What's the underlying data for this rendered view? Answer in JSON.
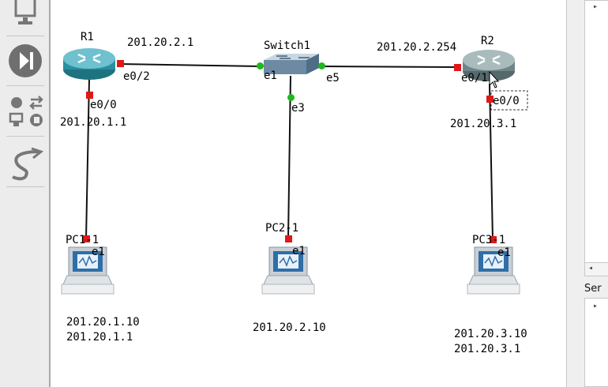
{
  "toolbar": {
    "tools": [
      {
        "name": "end-devices-icon"
      },
      {
        "name": "play-icon"
      },
      {
        "name": "all-devices-icon"
      },
      {
        "name": "add-link-icon"
      }
    ]
  },
  "topology": {
    "devices": {
      "r1": {
        "label": "R1"
      },
      "r2": {
        "label": "R2"
      },
      "switch1": {
        "label": "Switch1"
      },
      "pc1": {
        "label": "PC1-1"
      },
      "pc2": {
        "label": "PC2-1"
      },
      "pc3": {
        "label": "PC3-1"
      }
    },
    "ports": {
      "r1_e0_2": "e0/2",
      "r1_e0_0": "e0/0",
      "sw_e1": "e1",
      "sw_e5": "e5",
      "sw_e3": "e3",
      "r2_e0_1": "e0/1",
      "r2_e0_0": "e0/0",
      "pc1_e1": "e1",
      "pc2_e1": "e1",
      "pc3_e1": "e1"
    },
    "addresses": {
      "r1_link": "201.20.2.1",
      "r1_lan": "201.20.1.1",
      "r2_link": "201.20.2.254",
      "r2_lan": "201.20.3.1",
      "pc1_ip": "201.20.1.10",
      "pc1_gw": "201.20.1.1",
      "pc2_ip": "201.20.2.10",
      "pc3_ip": "201.20.3.10",
      "pc3_gw": "201.20.3.1"
    }
  },
  "right_panel": {
    "section_label": "Ser"
  },
  "colors": {
    "link": "#111111",
    "port_down": "#e01818",
    "port_up": "#1fb81f",
    "router_r1": "#2a8f9f",
    "router_r2": "#6f8689"
  }
}
